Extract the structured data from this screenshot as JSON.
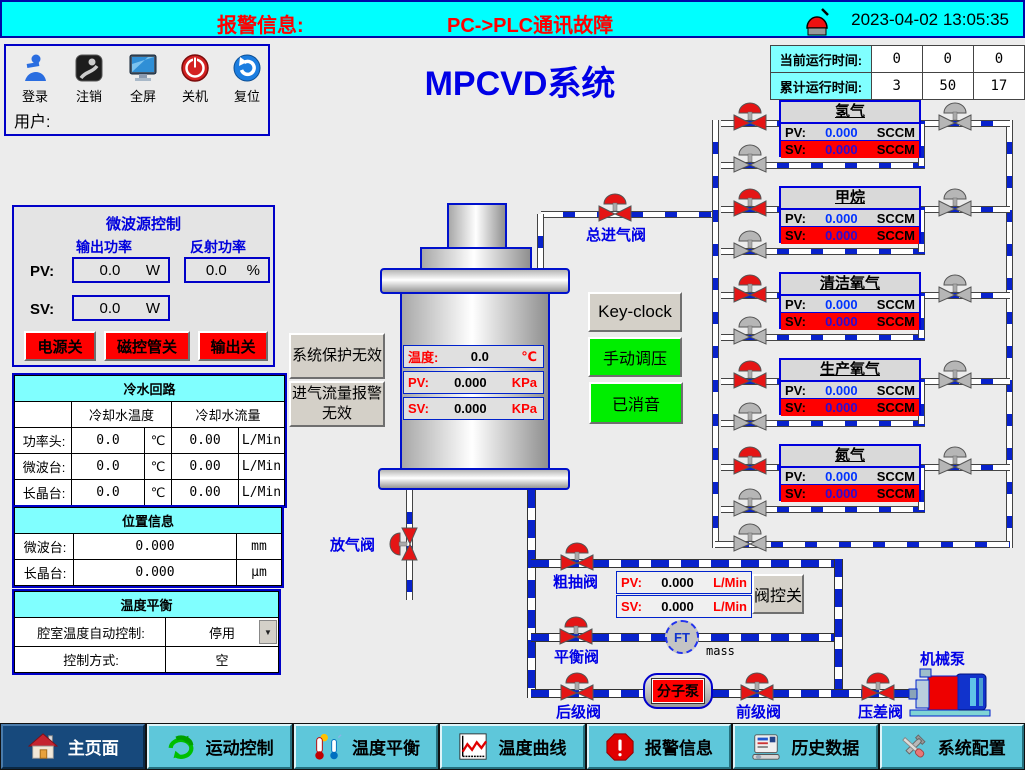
{
  "alarm_bar": {
    "label": "报警信息:",
    "message": "PC->PLC通讯故障",
    "timestamp": "2023-04-02 13:05:35"
  },
  "header": {
    "title": "MPCVD系统",
    "user_label": "用户:"
  },
  "login_buttons": [
    {
      "label": "登录"
    },
    {
      "label": "注销"
    },
    {
      "label": "全屏"
    },
    {
      "label": "关机"
    },
    {
      "label": "复位"
    }
  ],
  "runtime_table": {
    "rows": [
      {
        "label": "当前运行时间:",
        "h": "0",
        "m": "0",
        "s": "0"
      },
      {
        "label": "累计运行时间:",
        "h": "3",
        "m": "50",
        "s": "17"
      }
    ]
  },
  "microwave": {
    "title": "微波源控制",
    "output_col": "输出功率",
    "reflect_col": "反射功率",
    "pv_label": "PV:",
    "sv_label": "SV:",
    "output_pv": "0.0",
    "output_sv": "0.0",
    "output_unit": "W",
    "reflect_pv": "0.0",
    "reflect_unit": "%",
    "power_btn": "电源关",
    "magnetron_btn": "磁控管关",
    "output_btn": "输出关"
  },
  "cooling": {
    "title": "冷水回路",
    "temp_col": "冷却水温度",
    "flow_col": "冷却水流量",
    "rows": [
      {
        "label": "功率头:",
        "temp": "0.0",
        "temp_unit": "℃",
        "flow": "0.00",
        "flow_unit": "L/Min"
      },
      {
        "label": "微波台:",
        "temp": "0.0",
        "temp_unit": "℃",
        "flow": "0.00",
        "flow_unit": "L/Min"
      },
      {
        "label": "长晶台:",
        "temp": "0.0",
        "temp_unit": "℃",
        "flow": "0.00",
        "flow_unit": "L/Min"
      }
    ]
  },
  "position": {
    "title": "位置信息",
    "rows": [
      {
        "label": "微波台:",
        "value": "0.000",
        "unit": "mm"
      },
      {
        "label": "长晶台:",
        "value": "0.000",
        "unit": "μm"
      }
    ]
  },
  "temp_balance": {
    "title": "温度平衡",
    "auto_label": "腔室温度自动控制:",
    "auto_value": "停用",
    "mode_label": "控制方式:",
    "mode_value": "空"
  },
  "chamber": {
    "temp_label": "温度:",
    "temp_value": "0.0",
    "temp_unit": "℃",
    "pv_label": "PV:",
    "pv_value": "0.000",
    "pv_unit": "KPa",
    "sv_label": "SV:",
    "sv_value": "0.000",
    "sv_unit": "KPa"
  },
  "side_buttons": {
    "protect": "系统保护无效",
    "intake_alarm": "进气流量报警无效",
    "key_clock": "Key-clock",
    "manual_pressure": "手动调压",
    "muted": "已消音"
  },
  "gases": [
    {
      "name": "氢气",
      "pv_label": "PV:",
      "pv": "0.000",
      "sv_label": "SV:",
      "sv": "0.000",
      "unit": "SCCM"
    },
    {
      "name": "甲烷",
      "pv_label": "PV:",
      "pv": "0.000",
      "sv_label": "SV:",
      "sv": "0.000",
      "unit": "SCCM"
    },
    {
      "name": "清洁氧气",
      "pv_label": "PV:",
      "pv": "0.000",
      "sv_label": "SV:",
      "sv": "0.000",
      "unit": "SCCM"
    },
    {
      "name": "生产氧气",
      "pv_label": "PV:",
      "pv": "0.000",
      "sv_label": "SV:",
      "sv": "0.000",
      "unit": "SCCM"
    },
    {
      "name": "氮气",
      "pv_label": "PV:",
      "pv": "0.000",
      "sv_label": "SV:",
      "sv": "0.000",
      "unit": "SCCM"
    }
  ],
  "vacuum_panel": {
    "pv_label": "PV:",
    "pv": "0.000",
    "sv_label": "SV:",
    "sv": "0.000",
    "unit": "L/Min",
    "valve_ctrl_btn": "阀控关",
    "ft_label": "FT",
    "mass_label": "mass"
  },
  "valve_labels": {
    "inlet": "总进气阀",
    "vent": "放气阀",
    "rough": "粗抽阀",
    "balance": "平衡阀",
    "backing": "后级阀",
    "fore": "前级阀",
    "diff": "压差阀"
  },
  "pumps": {
    "molecular": "分子泵",
    "mechanical": "机械泵"
  },
  "nav": [
    {
      "label": "主页面"
    },
    {
      "label": "运动控制"
    },
    {
      "label": "温度平衡"
    },
    {
      "label": "温度曲线"
    },
    {
      "label": "报警信息"
    },
    {
      "label": "历史数据"
    },
    {
      "label": "系统配置"
    }
  ],
  "colors": {
    "accent_blue": "#0000c8",
    "alarm_red": "#ff0000",
    "bar_cyan": "#00ffff",
    "header_cyan": "#80ffff",
    "button_green": "#00ee00",
    "nav_cyan": "#5ec7da",
    "nav_active_blue": "#17497c"
  }
}
